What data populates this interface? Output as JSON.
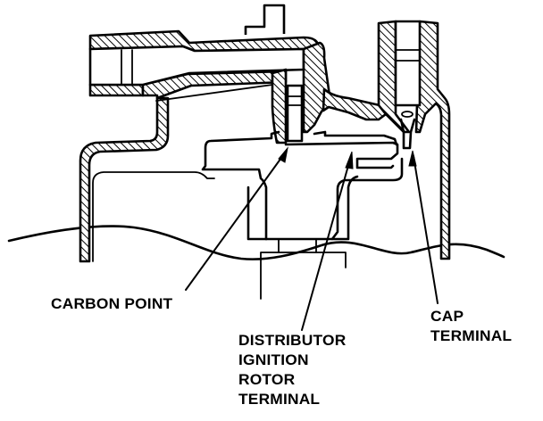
{
  "diagram": {
    "subject": "distributor-cap-cross-section",
    "colors": {
      "ink": "#000000",
      "paper": "#ffffff"
    },
    "labels": {
      "carbon_point": {
        "lines": [
          "CARBON POINT"
        ]
      },
      "rotor_terminal": {
        "lines": [
          "DISTRIBUTOR",
          "IGNITION",
          "ROTOR",
          "TERMINAL"
        ]
      },
      "cap_terminal": {
        "lines": [
          "CAP",
          "TERMINAL"
        ]
      }
    }
  }
}
